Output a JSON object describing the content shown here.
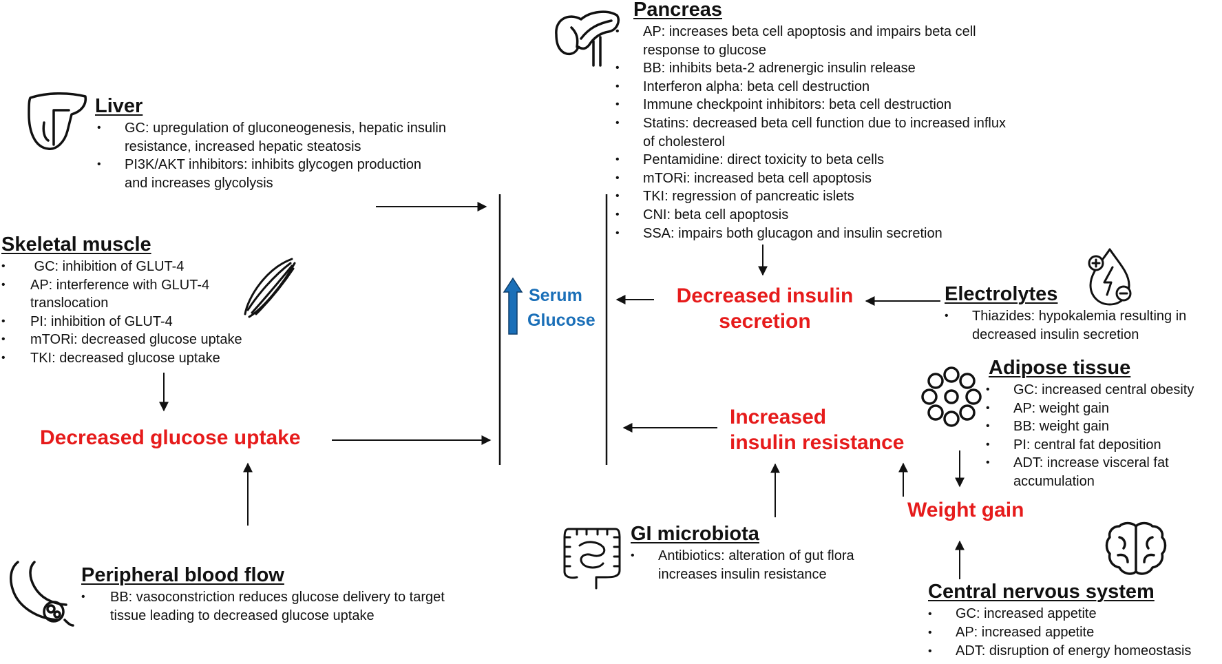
{
  "colors": {
    "effect": "#e61b1b",
    "glucose": "#1a6fb8",
    "arrow": "#111111"
  },
  "icons": {
    "pancreas": "pancreas-icon",
    "liver": "liver-icon",
    "muscle": "muscle-icon",
    "electrolytes": "electrolyte-drop-icon",
    "adipose": "fat-cells-icon",
    "blood_vessel": "blood-vessel-icon",
    "gi": "intestine-icon",
    "brain": "brain-icon",
    "up_arrow": "up-arrow-icon"
  },
  "pancreas": {
    "title": "Pancreas",
    "items": [
      "AP: increases beta cell apoptosis and impairs beta cell response to glucose",
      "BB: inhibits beta-2 adrenergic insulin release",
      "Interferon alpha: beta cell destruction",
      "Immune checkpoint inhibitors: beta cell destruction",
      "Statins: decreased beta cell function due to increased influx of cholesterol",
      "Pentamidine: direct toxicity to beta cells",
      "mTORi: increased beta cell apoptosis",
      "TKI: regression of pancreatic islets",
      "CNI: beta cell apoptosis",
      "SSA: impairs both glucagon and insulin secretion"
    ]
  },
  "liver": {
    "title": "Liver",
    "items": [
      "GC: upregulation of gluconeogenesis, hepatic insulin resistance, increased hepatic steatosis",
      "PI3K/AKT inhibitors: inhibits glycogen production and increases glycolysis"
    ]
  },
  "skeletal_muscle": {
    "title": "Skeletal muscle",
    "items": [
      " GC: inhibition of GLUT-4",
      "AP: interference with GLUT-4 translocation",
      "PI: inhibition of GLUT-4",
      "mTORi: decreased glucose uptake",
      "TKI: decreased glucose uptake"
    ]
  },
  "electrolytes": {
    "title": "Electrolytes",
    "items": [
      "Thiazides: hypokalemia resulting in decreased insulin secretion"
    ]
  },
  "adipose": {
    "title": "Adipose tissue",
    "items": [
      "GC: increased central obesity",
      "AP: weight gain",
      "BB: weight gain",
      "PI: central fat deposition",
      "ADT: increase visceral fat accumulation"
    ]
  },
  "peripheral": {
    "title": "Peripheral blood flow",
    "items": [
      "BB: vasoconstriction reduces glucose delivery to target tissue leading to decreased glucose uptake"
    ]
  },
  "gi": {
    "title": "GI microbiota",
    "items": [
      "Antibiotics: alteration of gut flora increases insulin resistance"
    ]
  },
  "cns": {
    "title": "Central nervous system",
    "items": [
      "GC: increased appetite",
      "AP: increased appetite",
      "ADT: disruption of energy homeostasis"
    ]
  },
  "center": {
    "line1": "Serum",
    "line2": "Glucose"
  },
  "effects": {
    "decreased_insulin_1": "Decreased insulin",
    "decreased_insulin_2": "secretion",
    "increased_resistance_1": "Increased",
    "increased_resistance_2": "insulin resistance",
    "decreased_uptake": "Decreased glucose uptake",
    "weight_gain": "Weight gain"
  }
}
